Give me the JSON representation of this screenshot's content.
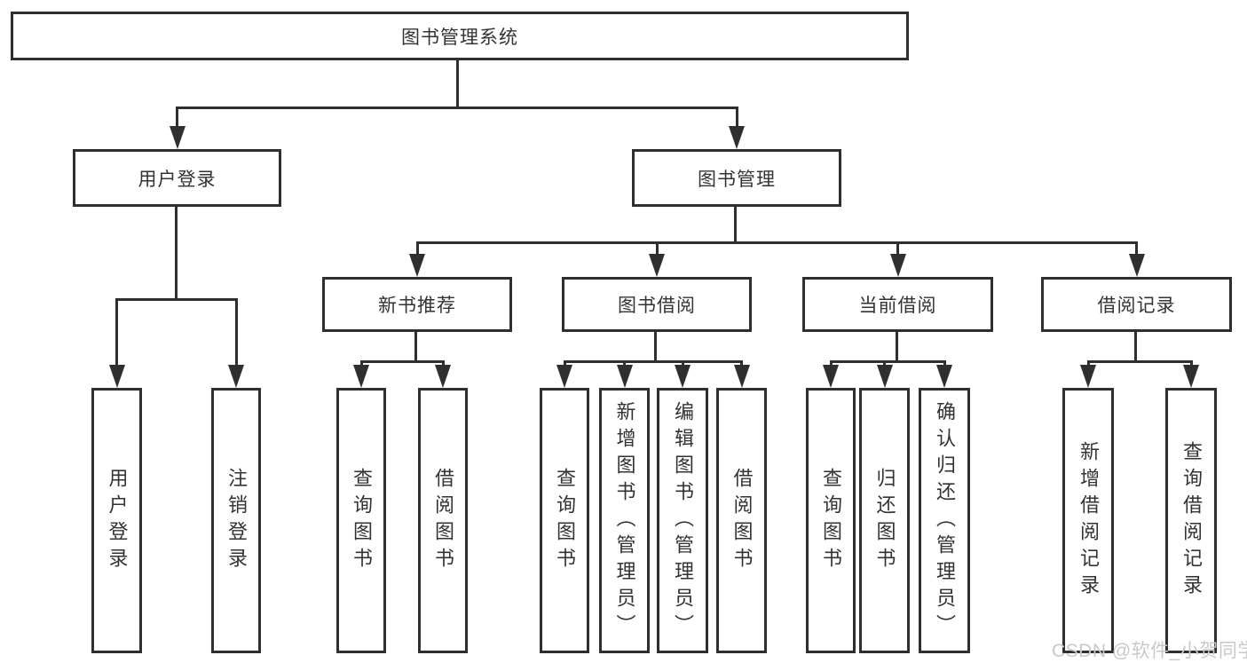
{
  "diagram": {
    "title": "图书管理系统",
    "type": "hierarchy-tree",
    "colors": {
      "line": "#2f2f2f",
      "background": "#ffffff",
      "text": "#333333",
      "watermark_text": "#c9c9c9"
    },
    "nodes": {
      "root": {
        "label": "图书管理系统"
      },
      "user_login": {
        "label": "用户登录"
      },
      "book_mgmt": {
        "label": "图书管理"
      },
      "new_book_rec": {
        "label": "新书推荐"
      },
      "book_borrow": {
        "label": "图书借阅"
      },
      "current_borrow": {
        "label": "当前借阅"
      },
      "borrow_records": {
        "label": "借阅记录"
      },
      "leaf_user_login": {
        "label": "用户登录"
      },
      "leaf_logout": {
        "label": "注销登录"
      },
      "leaf_query_book_rec": {
        "label": "查询图书"
      },
      "leaf_borrow_book_rec": {
        "label": "借阅图书"
      },
      "leaf_query_book_borrow": {
        "label": "查询图书"
      },
      "leaf_add_book": {
        "label": "新增图书（管理员）"
      },
      "leaf_edit_book": {
        "label": "编辑图书（管理员）"
      },
      "leaf_borrow_book_borrow": {
        "label": "借阅图书"
      },
      "leaf_query_book_current": {
        "label": "查询图书"
      },
      "leaf_return_book": {
        "label": "归还图书"
      },
      "leaf_confirm_return": {
        "label": "确认归还（管理员）"
      },
      "leaf_add_record": {
        "label": "新增借阅记录"
      },
      "leaf_query_record": {
        "label": "查询借阅记录"
      }
    },
    "structure": [
      {
        "parent": "图书管理系统",
        "children": [
          "用户登录",
          "图书管理"
        ]
      },
      {
        "parent": "用户登录",
        "children": [
          "用户登录",
          "注销登录"
        ]
      },
      {
        "parent": "图书管理",
        "children": [
          "新书推荐",
          "图书借阅",
          "当前借阅",
          "借阅记录"
        ]
      },
      {
        "parent": "新书推荐",
        "children": [
          "查询图书",
          "借阅图书"
        ]
      },
      {
        "parent": "图书借阅",
        "children": [
          "查询图书",
          "新增图书（管理员）",
          "编辑图书（管理员）",
          "借阅图书"
        ]
      },
      {
        "parent": "当前借阅",
        "children": [
          "查询图书",
          "归还图书",
          "确认归还（管理员）"
        ]
      },
      {
        "parent": "借阅记录",
        "children": [
          "新增借阅记录",
          "查询借阅记录"
        ]
      }
    ],
    "watermark": "CSDN @软件_小贺同学"
  }
}
